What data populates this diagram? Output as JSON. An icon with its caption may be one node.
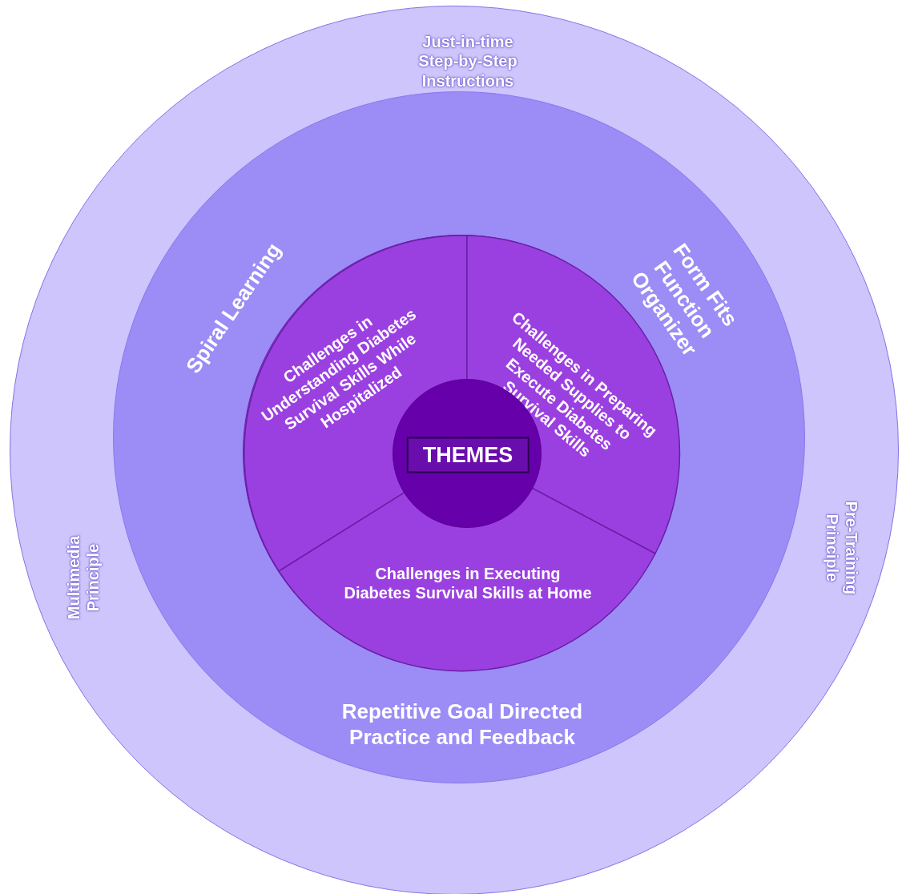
{
  "diagram": {
    "nodes": [
      {
        "text": [
          "Just-in-time Step-by-Step Instructions",
          "Multimedia Principle",
          "Pre-Training Principle"
        ]
      },
      {
        "text": [
          "Spiral Learning",
          "Form Fits Function Organizer",
          "Repetitive Goal Directed Practice and Feedback"
        ],
        "in": 0
      },
      {
        "text": [],
        "shape": "circle",
        "in": 1
      },
      {
        "text": [
          "Challenges in Understanding Diabetes Survival Skills While Hospitalized"
        ],
        "in": 2
      },
      {
        "text": [
          "Challenges in Preparing Needed Supplies to Execute Diabetes Survival Skills"
        ],
        "in": 2
      },
      {
        "text": [
          "Challenges in Executing Diabetes Survival Skills at Home"
        ],
        "in": 2
      },
      {
        "text": [
          "THEMES"
        ],
        "in": 2
      }
    ]
  }
}
